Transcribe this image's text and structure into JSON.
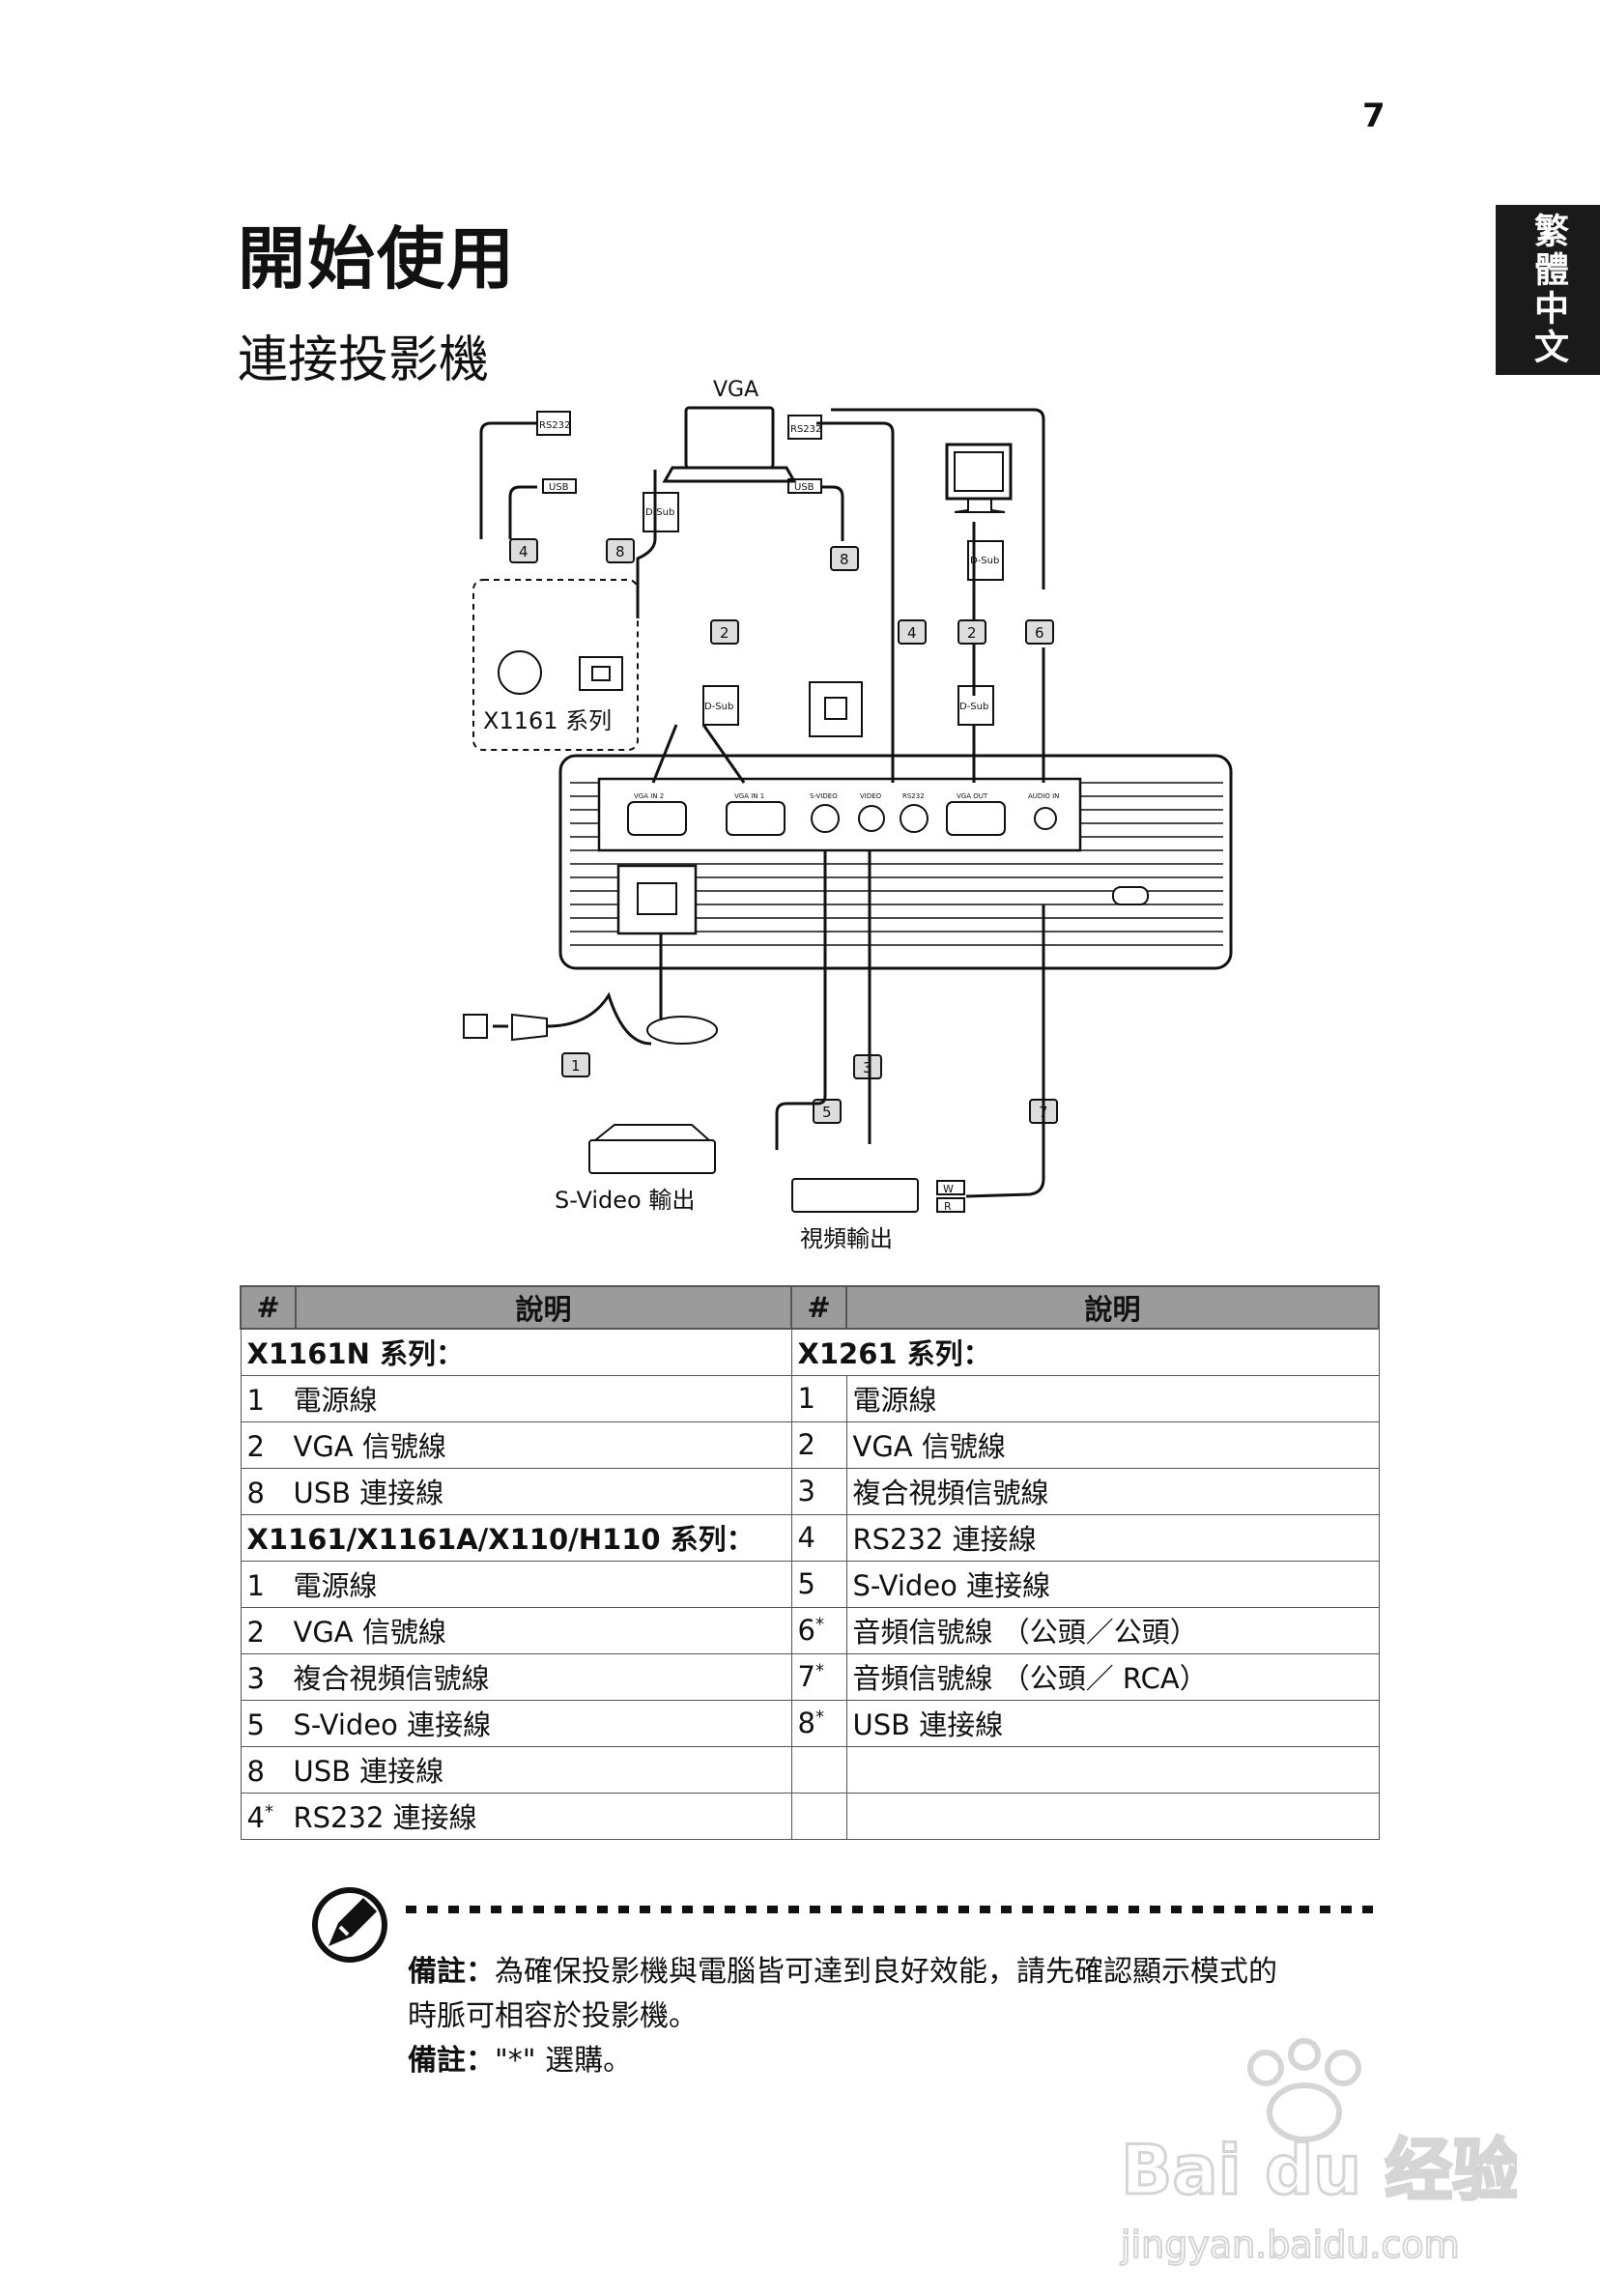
{
  "page_number": "7",
  "lang_tab": "繁體中文",
  "title": "開始使用",
  "subtitle": "連接投影機",
  "diagram": {
    "vga": "VGA",
    "rs232": "RS232",
    "usb": "USB",
    "dsub": "D-Sub",
    "series_label": "X1161 系列",
    "svideo_out": "S-Video 輸出",
    "video_out": "視頻輸出",
    "port_vga_in1": "VGA IN 1",
    "port_vga_in2": "VGA IN 2",
    "port_svideo": "S-VIDEO",
    "port_video": "VIDEO",
    "port_rs232": "RS232",
    "port_vga_out": "VGA OUT",
    "port_audio_in": "AUDIO IN",
    "num_1": "1",
    "num_2": "2",
    "num_3": "3",
    "num_4": "4",
    "num_5": "5",
    "num_6": "6",
    "num_7": "7",
    "num_8": "8",
    "rca_w": "W",
    "rca_r": "R"
  },
  "table": {
    "header_num": "#",
    "header_desc": "說明",
    "left_sec1": "X1161N 系列：",
    "right_sec1": "X1261 系列：",
    "left_sec2": "X1161/X1161A/X110/H110 系列：",
    "r1": {
      "ln": "1",
      "ld": "電源線",
      "rn": "1",
      "rd": "電源線"
    },
    "r2": {
      "ln": "2",
      "ld": "VGA 信號線",
      "rn": "2",
      "rd": "VGA 信號線"
    },
    "r3": {
      "ln": "8",
      "ld": "USB 連接線",
      "rn": "3",
      "rd": "複合視頻信號線"
    },
    "r4": {
      "rn": "4",
      "rd": "RS232 連接線"
    },
    "r5": {
      "ln": "1",
      "ld": "電源線",
      "rn": "5",
      "rd": "S-Video 連接線"
    },
    "r6": {
      "ln": "2",
      "ld": "VGA 信號線",
      "rn": "6",
      "rd": "音頻信號線 （公頭／公頭）"
    },
    "r7": {
      "ln": "3",
      "ld": "複合視頻信號線",
      "rn": "7",
      "rd": "音頻信號線 （公頭／ RCA）"
    },
    "r8": {
      "ln": "5",
      "ld": "S-Video 連接線",
      "rn": "8",
      "rd": "USB 連接線"
    },
    "r9": {
      "ln": "8",
      "ld": "USB 連接線"
    },
    "r10": {
      "ln": "4",
      "ld": "RS232 連接線"
    },
    "star": "*"
  },
  "note": {
    "label1": "備註：",
    "text1": "為確保投影機與電腦皆可達到良好效能，請先確認顯示模式的",
    "text1b": "時脈可相容於投影機。",
    "label2": "備註：",
    "text2": "\"*\" 選購。"
  },
  "watermark": {
    "brand": "Bai du 经验",
    "url": "jingyan.baidu.com"
  }
}
